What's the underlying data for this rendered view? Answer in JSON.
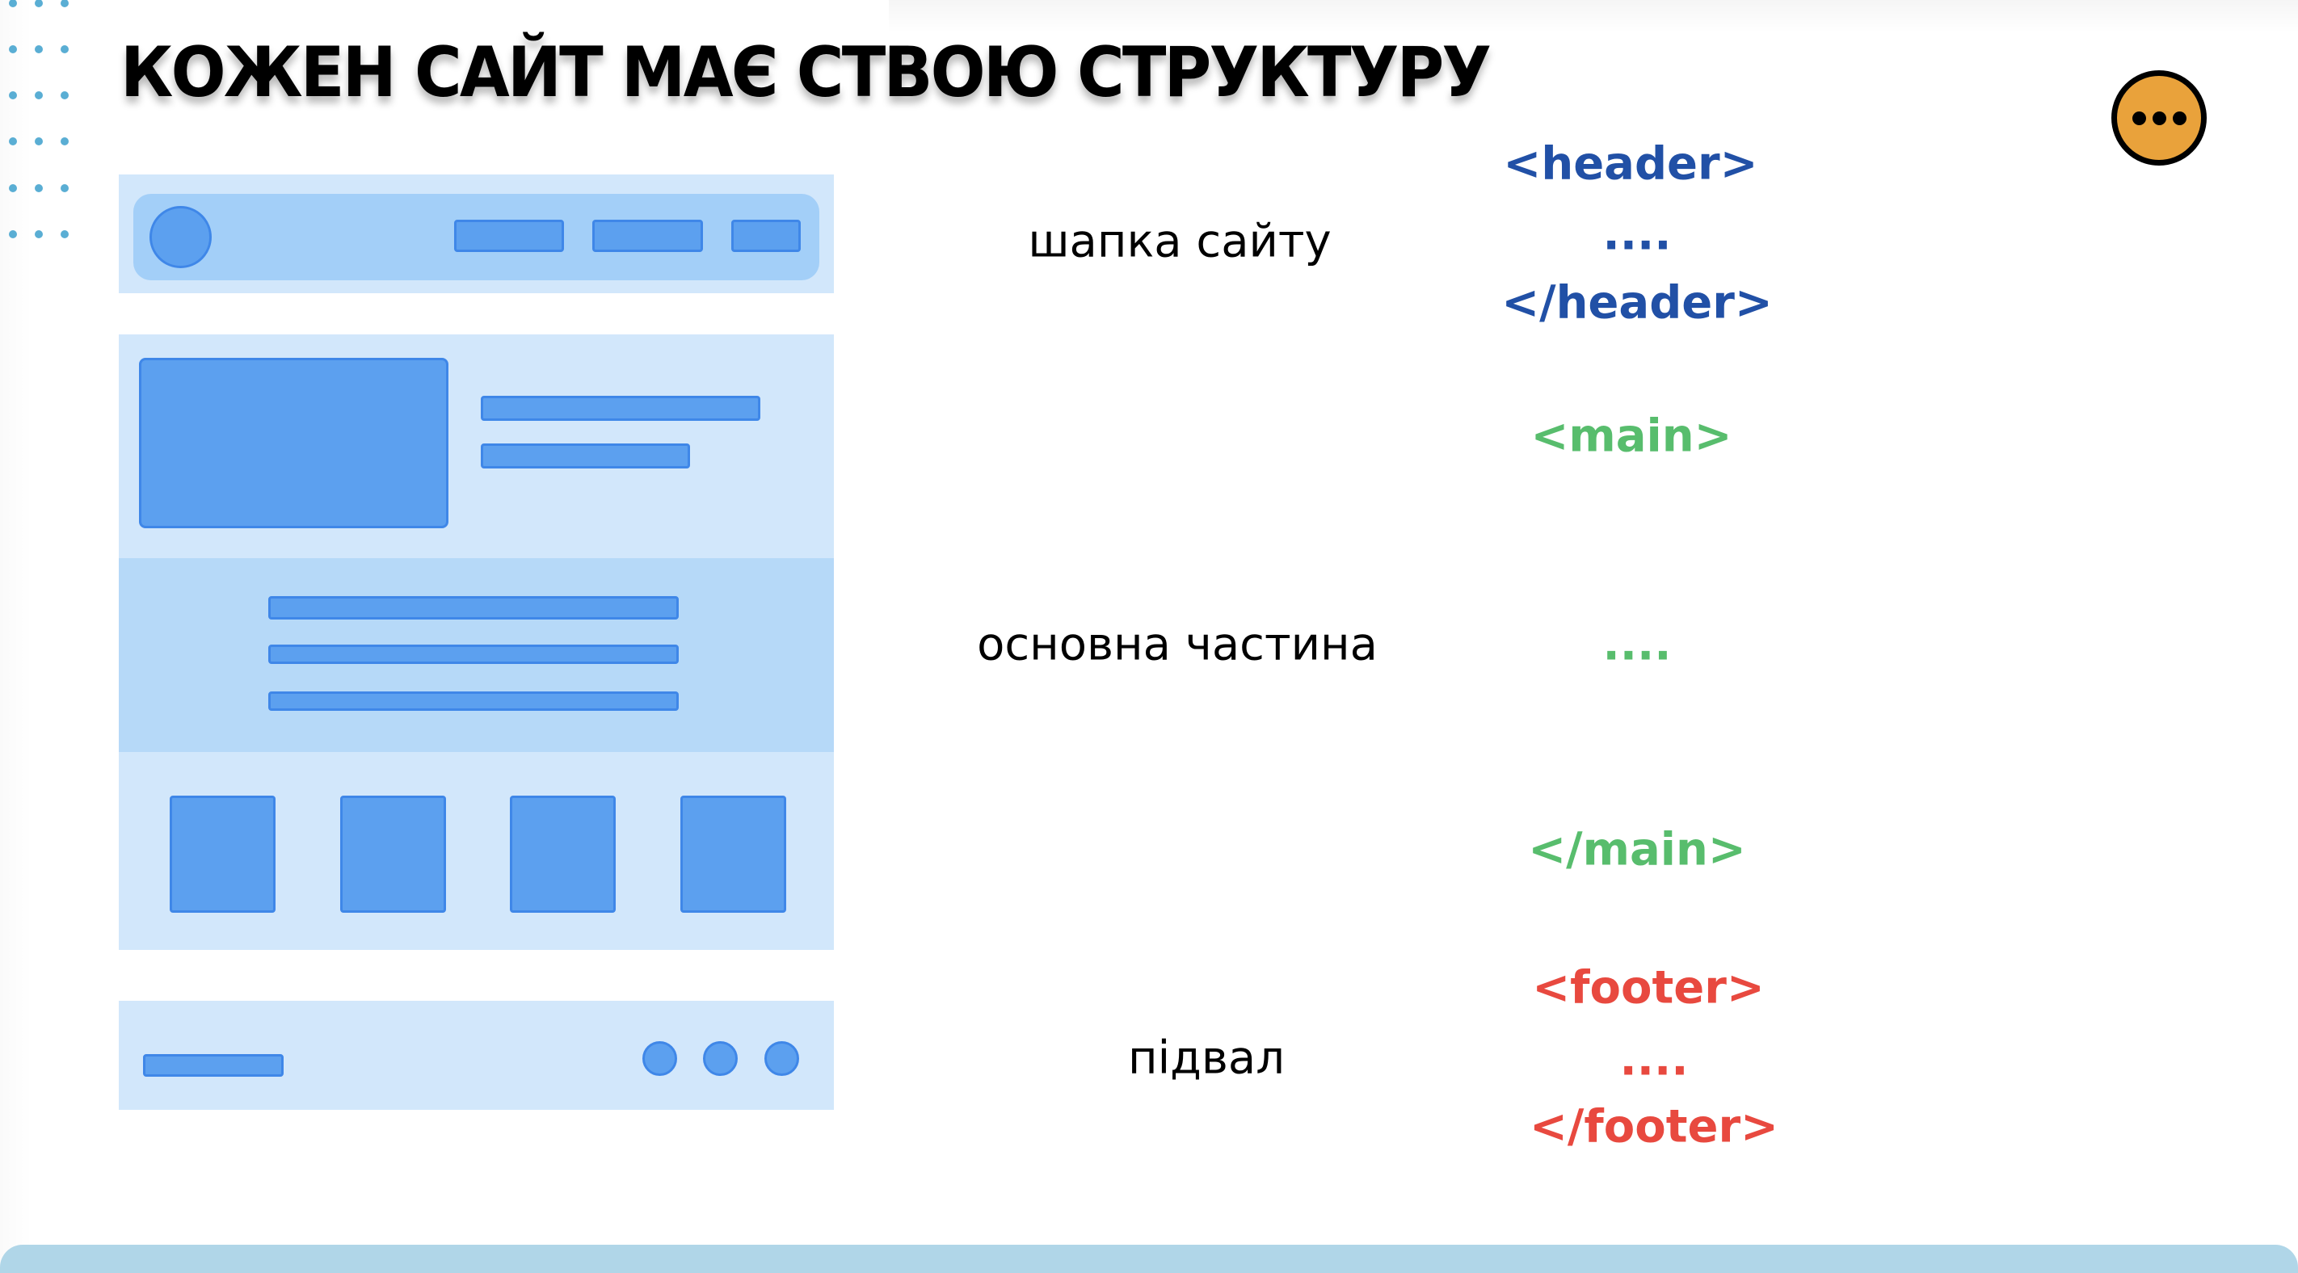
{
  "slide": {
    "title": "КОЖЕН САЙТ МАЄ СТВОЮ СТРУКТУРУ",
    "more_button_icon": "more-dots-icon"
  },
  "colors": {
    "header_tag": "#2150a6",
    "main_tag": "#58bd6d",
    "footer_tag": "#e8493f",
    "wireframe_fill": "#5ca0ef",
    "wireframe_bg": "#d2e7fb",
    "accent_orange": "#e9a23b",
    "bottom_bar": "#b0d6e8"
  },
  "sections": {
    "header": {
      "label": "шапка сайту",
      "open_tag": "<header>",
      "ellipsis": "....",
      "close_tag": "</header>"
    },
    "main": {
      "label": "основна частина",
      "open_tag": "<main>",
      "ellipsis": "....",
      "close_tag": "</main>"
    },
    "footer": {
      "label": "підвал",
      "open_tag": "<footer>",
      "ellipsis": "....",
      "close_tag": "</footer>"
    }
  }
}
